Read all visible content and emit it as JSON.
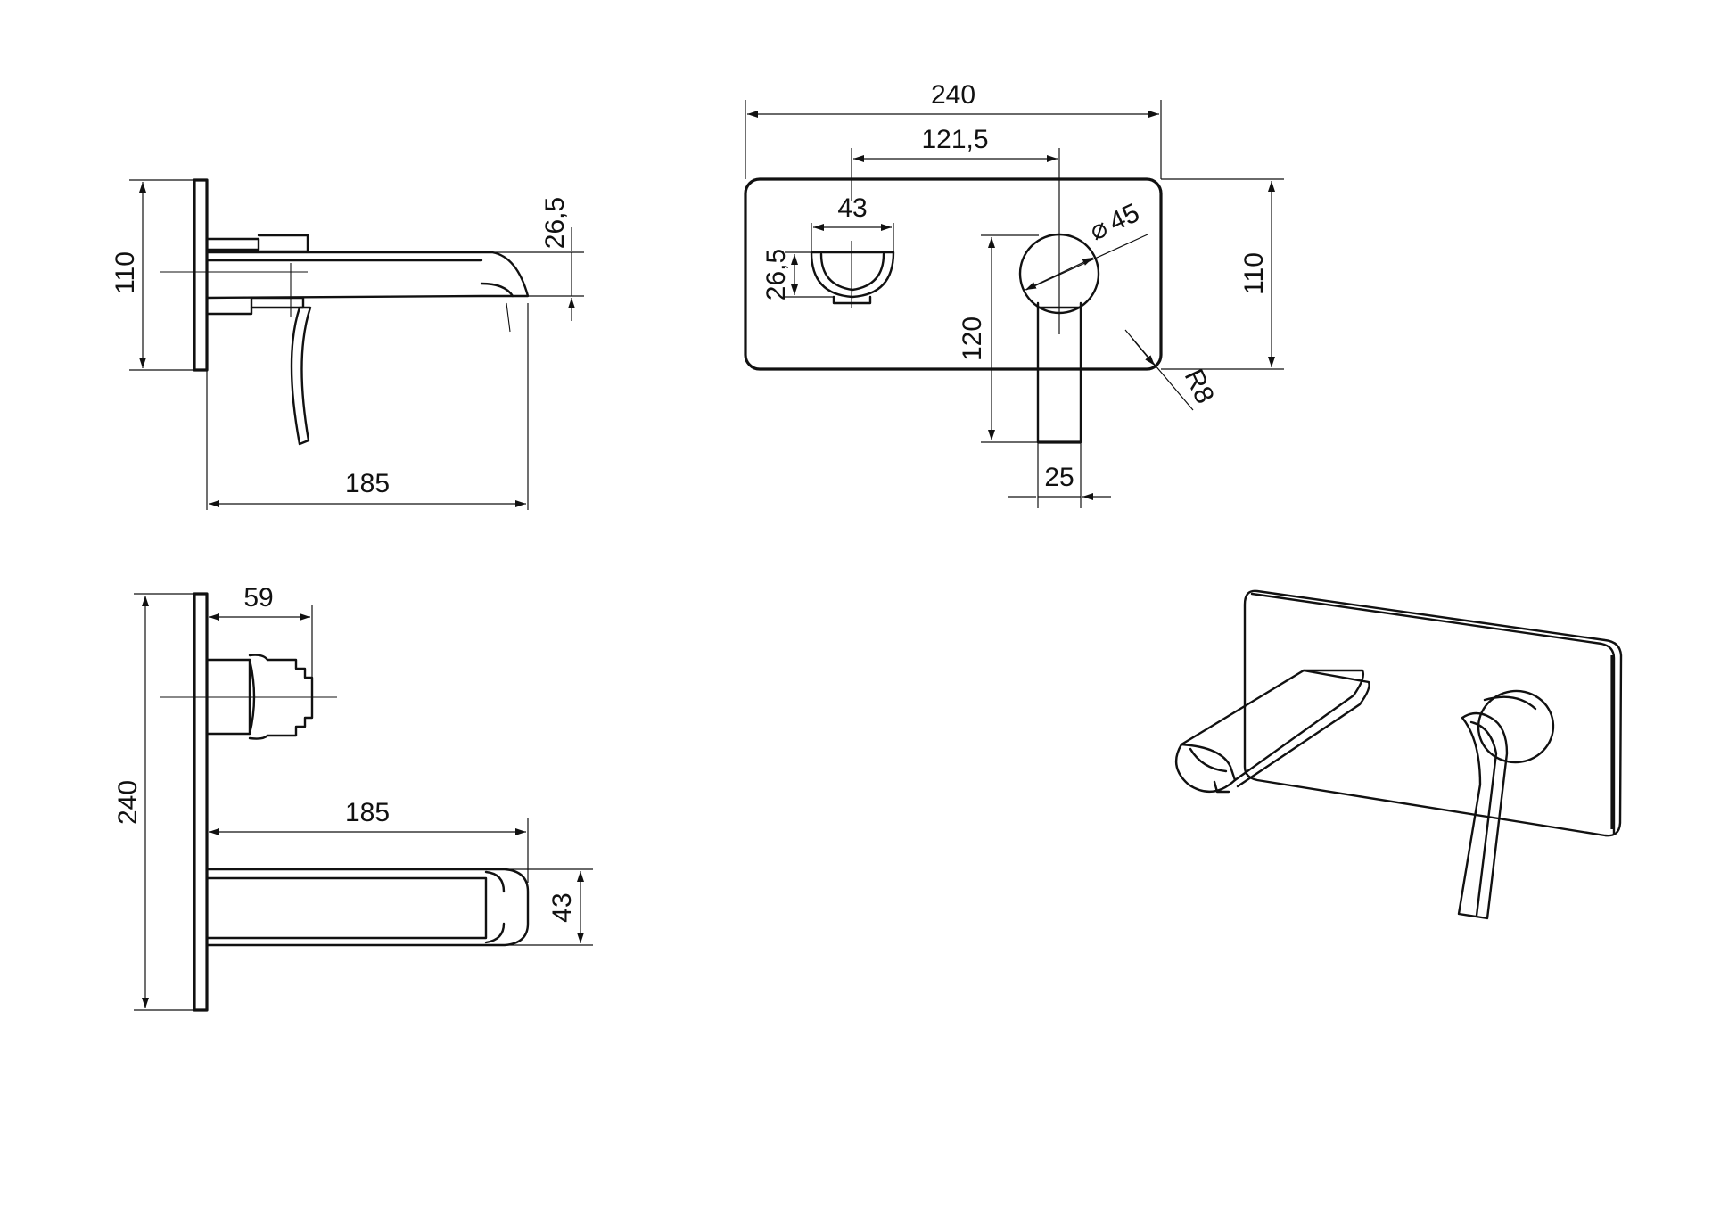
{
  "dimensions": {
    "side_height": "110",
    "side_spout_height": "26,5",
    "side_depth": "185",
    "front_width": "240",
    "front_handle_offset": "121,5",
    "front_outlet_width": "43",
    "front_outlet_height": "26,5",
    "front_cartridge_diameter": "45",
    "front_plate_height": "110",
    "front_handle_length": "120",
    "front_corner_radius": "R8",
    "front_handle_width": "25",
    "top_body_depth": "59",
    "top_plate_length": "240",
    "top_spout_depth": "185",
    "top_spout_width": "43"
  },
  "symbols": {
    "diameter": "⌀"
  }
}
